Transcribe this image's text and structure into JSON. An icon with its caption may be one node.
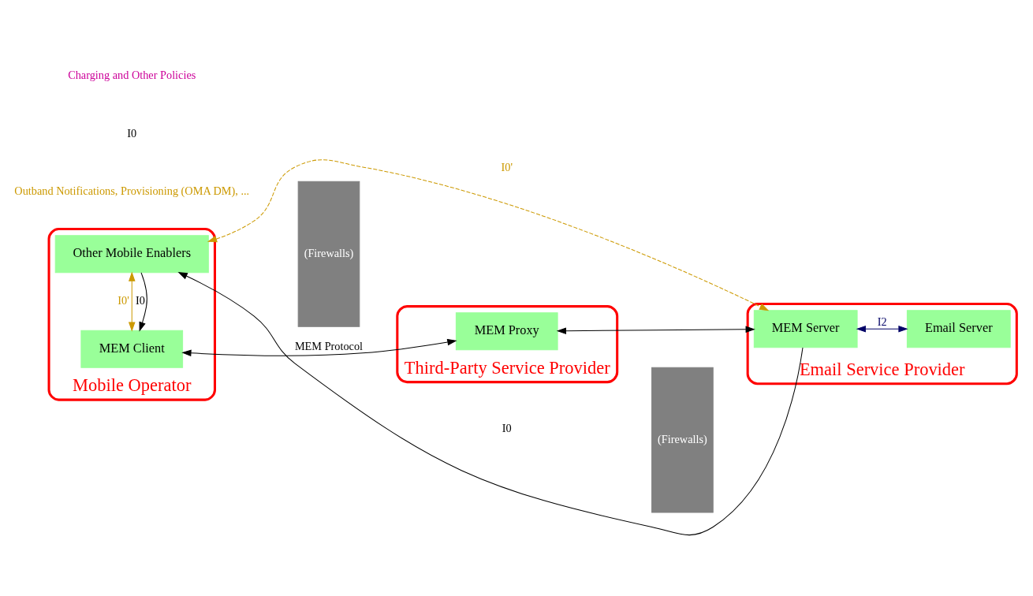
{
  "diagram": {
    "nodes": [
      {
        "text": [
          "Mobile Operator"
        ]
      },
      {
        "text": [
          "Third-Party Service Provider"
        ]
      },
      {
        "text": [
          "Email Service Provider"
        ]
      },
      {
        "text": [
          "Other Mobile Enablers"
        ],
        "in": 0
      },
      {
        "text": [
          "MEM Client"
        ],
        "in": 0
      },
      {
        "text": [
          "MEM Proxy"
        ],
        "in": 1
      },
      {
        "text": [
          "MEM Server"
        ],
        "in": 2
      },
      {
        "text": [
          "Email Server"
        ],
        "in": 2
      },
      {
        "text": [
          "(Firewalls)"
        ]
      },
      {
        "text": [
          "(Firewalls)"
        ]
      }
    ],
    "edges": [
      {
        "from": 3,
        "to": 4,
        "arrow": "to",
        "label": "I0"
      },
      {
        "from": 4,
        "to": 3,
        "arrow": "both",
        "label": "I0'",
        "color": "#cc9900"
      },
      {
        "from": 6,
        "to": 3,
        "arrow": "to",
        "label": "I0"
      },
      {
        "from": 3,
        "to": 6,
        "arrow": "both",
        "label": "I0'",
        "style": "dashed",
        "color": "#cc9900"
      },
      {
        "from": 4,
        "to": 5,
        "arrow": "both",
        "label": "MEM Protocol"
      },
      {
        "from": 5,
        "to": 6,
        "arrow": "both"
      },
      {
        "from": 6,
        "to": 7,
        "arrow": "both",
        "label": "I2",
        "color": "#000066"
      }
    ],
    "labels": [
      "Outband Notifications, Provisioning (OMA DM), ...",
      "I0",
      "Charging and Other Policies"
    ]
  }
}
